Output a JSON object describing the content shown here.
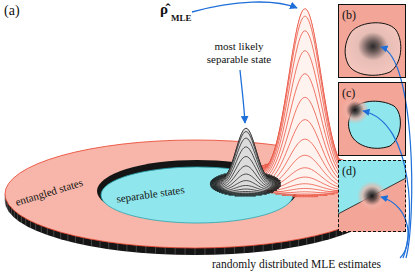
{
  "diagram": {
    "nodes": [
      {
        "text": [
          "(b)"
        ]
      },
      {
        "text": [
          "(c)"
        ]
      },
      {
        "text": [
          "(d)"
        ]
      }
    ],
    "labels": [
      "(a)",
      "ρ̂",
      "MLE",
      "most likely separable state",
      "entangled states",
      "separable states",
      "randomly distributed MLE estimates"
    ]
  }
}
